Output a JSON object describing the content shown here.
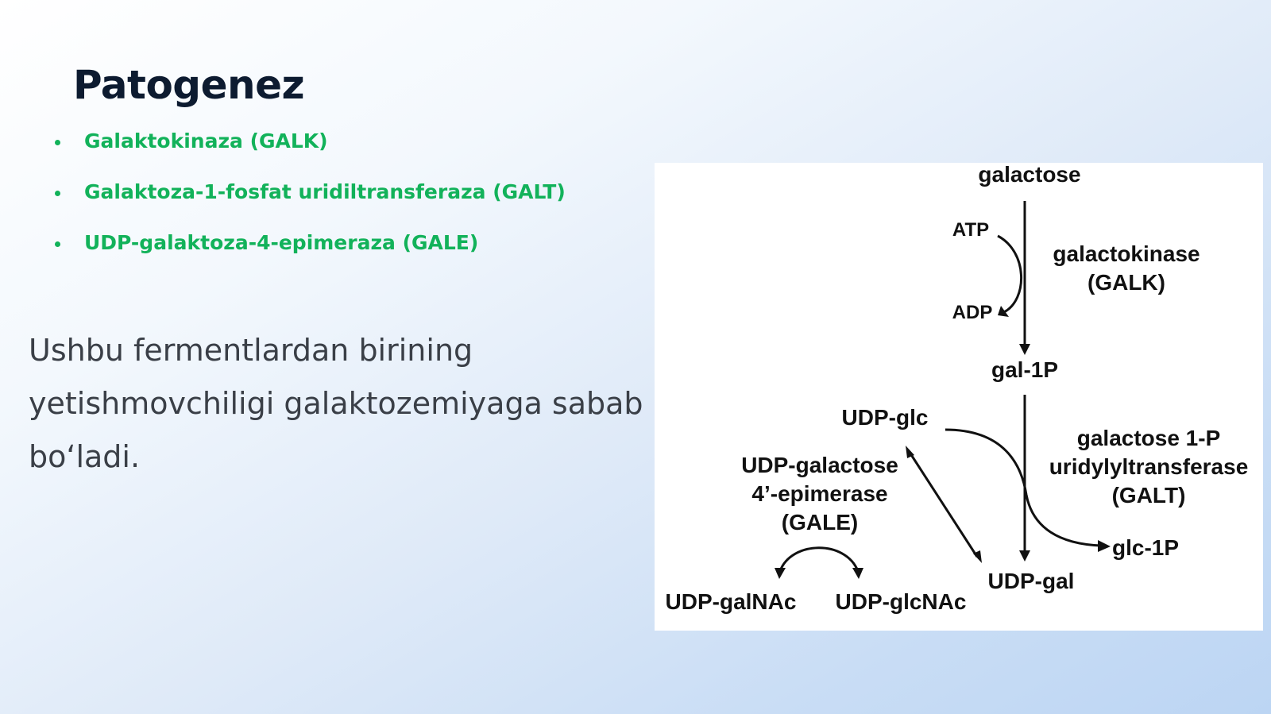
{
  "slide": {
    "title": "Patogenez",
    "bullets": [
      "Galaktokinaza (GALK)",
      "Galaktoza-1-fosfat uridiltransferaza (GALT)",
      "UDP-galaktoza-4-epimeraza (GALE)"
    ],
    "body_lines": [
      "Ushbu fermentlardan birining",
      "yetishmovchiligi galaktozemiyaga sabab",
      "bo‘ladi."
    ],
    "colors": {
      "title": "#0d1b30",
      "bullet": "#12b25a",
      "body": "#3a3f47"
    }
  },
  "diagram": {
    "nodes": {
      "galactose": "galactose",
      "atp": "ATP",
      "adp": "ADP",
      "gal1p": "gal-1P",
      "udp_glc": "UDP-glc",
      "glc1p": "glc-1P",
      "udp_gal": "UDP-gal",
      "udp_galnac": "UDP-galNAc",
      "udp_glcnac": "UDP-glcNAc"
    },
    "enzymes": {
      "galk": [
        "galactokinase",
        "(GALK)"
      ],
      "galt": [
        "galactose 1-P",
        "uridylyltransferase",
        "(GALT)"
      ],
      "gale": [
        "UDP-galactose",
        "4’-epimerase",
        "(GALE)"
      ]
    }
  }
}
